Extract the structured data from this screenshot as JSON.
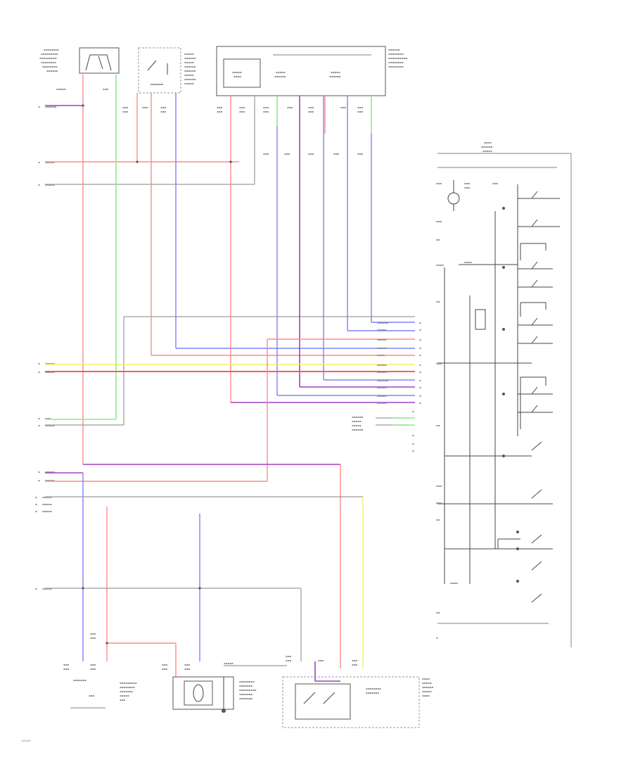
{
  "diagram_code": "G00485",
  "colors": {
    "red": "#ff8a8a",
    "blue": "#8080ff",
    "green": "#8fe88f",
    "yellow": "#f2ee6a",
    "purple": "#a040c0",
    "gray": "#9a9a9a"
  },
  "icons": [
    "switch-symbol",
    "motor-symbol",
    "ground-symbol"
  ]
}
